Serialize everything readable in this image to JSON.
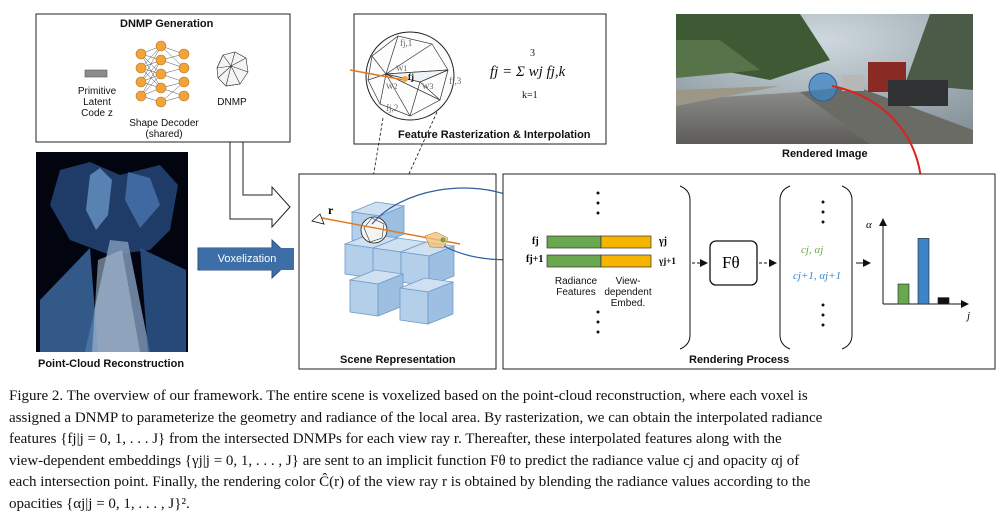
{
  "panels": {
    "generation": {
      "title": "DNMP Generation",
      "latent_code": "Primitive\nLatent\nCode z",
      "decoder": "Shape Decoder\n(shared)",
      "dnmp": "DNMP"
    },
    "rasterization": {
      "title": "Feature Rasterization & Interpolation",
      "formula": "fj = Σ wj fj,k",
      "sum_top": "3",
      "sum_bottom": "k=1",
      "feature_labels": [
        "fj,1",
        "fj,2",
        "fj,3",
        "fj",
        "W1",
        "W2",
        "W3"
      ]
    },
    "rendered": {
      "title": "Rendered Image"
    },
    "pointcloud": {
      "title": "Point-Cloud Reconstruction"
    },
    "voxelization": {
      "label": "Voxelization"
    },
    "scene": {
      "title": "Scene Representation",
      "ray": "r"
    },
    "rendering": {
      "title": "Rendering Process",
      "feat_j": "fj",
      "feat_j1": "fj+1",
      "gamma_j": "γj",
      "gamma_j1": "γj+1",
      "radiance": "Radiance\nFeatures",
      "viewdep": "View-\ndependent\nEmbed.",
      "f_theta": "Fθ",
      "out_j": "cj, αj",
      "out_j1": "cj+1, αj+1",
      "alpha_axis": "α",
      "j_axis": "j"
    }
  },
  "colors": {
    "green": "#6aa84f",
    "orange": "#f6b400",
    "blue": "#3d85c6",
    "voxel": "#a9c8e8",
    "red": "#e0201b"
  },
  "caption": {
    "line1": "Figure 2.  The overview of our framework. The entire scene is voxelized based on the point-cloud reconstruction, where each voxel is",
    "line2": "assigned a DNMP to parameterize the geometry and radiance of the local area. By rasterization, we can obtain the interpolated radiance",
    "line3": "features {fj|j = 0, 1, . . . J} from the intersected DNMPs for each view ray r.  Thereafter, these interpolated features along with the",
    "line4": "view-dependent embeddings {γj|j = 0, 1, . . . , J} are sent to an implicit function Fθ to predict the radiance value cj and opacity αj of",
    "line5": "each intersection point. Finally, the rendering color Ĉ(r) of the view ray r is obtained by blending the radiance values according to the",
    "line6": "opacities {αj|j = 0, 1, . . . , J}².",
    "bar_values": [
      0.25,
      0.82,
      0.08
    ]
  }
}
